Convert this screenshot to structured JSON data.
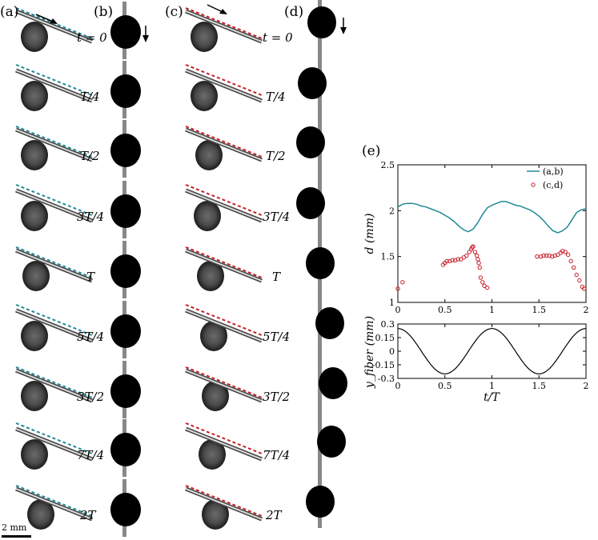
{
  "panel_labels": {
    "a": "(a)",
    "b": "(b)",
    "c": "(c)",
    "d": "(d)",
    "e": "(e)"
  },
  "time_labels": [
    "t = 0",
    "T/4",
    "T/2",
    "3T/4",
    "T",
    "5T/4",
    "3T/2",
    "7T/4",
    "2T"
  ],
  "time_labels_c": [
    "t = 0",
    "T/4",
    "T/2",
    "3T/4",
    "T",
    "5T/4",
    "3T/2",
    "7T/4",
    "2T"
  ],
  "scale_bar_label": "2 mm",
  "colors": {
    "series_ab": "#1f8a95",
    "series_cd": "#c8202a",
    "dashed_a": "#1f8a95",
    "dashed_c": "#c8202a",
    "drop": "#000000",
    "drop_image_fill": "#5a5a5a"
  },
  "icons": [
    "arrow-motion-icon",
    "arrow-down-icon"
  ],
  "chart_data": [
    {
      "type": "line",
      "xlabel": "",
      "ylabel": "d (mm)",
      "xlim": [
        0,
        2
      ],
      "ylim": [
        1,
        2.5
      ],
      "xticks": [
        "0",
        "0.5",
        "1",
        "1.5",
        "2"
      ],
      "yticks": [
        "1",
        "1.5",
        "2",
        "2.5"
      ],
      "legend_placement": "top-right",
      "series": [
        {
          "name": "(a,b)",
          "style": "line",
          "x": [
            0,
            0.05,
            0.1,
            0.15,
            0.2,
            0.25,
            0.3,
            0.35,
            0.4,
            0.45,
            0.5,
            0.55,
            0.6,
            0.65,
            0.7,
            0.75,
            0.8,
            0.85,
            0.9,
            0.95,
            1.0,
            1.05,
            1.1,
            1.15,
            1.2,
            1.25,
            1.3,
            1.35,
            1.4,
            1.45,
            1.5,
            1.55,
            1.6,
            1.65,
            1.7,
            1.75,
            1.8,
            1.85,
            1.9,
            1.95,
            2.0
          ],
          "y": [
            2.04,
            2.07,
            2.08,
            2.08,
            2.07,
            2.05,
            2.04,
            2.02,
            2.0,
            1.98,
            1.95,
            1.92,
            1.88,
            1.83,
            1.79,
            1.77,
            1.8,
            1.87,
            1.96,
            2.03,
            2.06,
            2.08,
            2.1,
            2.1,
            2.08,
            2.06,
            2.05,
            2.03,
            2.01,
            1.98,
            1.94,
            1.89,
            1.83,
            1.78,
            1.76,
            1.78,
            1.82,
            1.9,
            1.98,
            2.01,
            2.02
          ]
        },
        {
          "name": "(c,d)",
          "style": "markers",
          "x": [
            0.0,
            0.05,
            0.48,
            0.5,
            0.52,
            0.55,
            0.58,
            0.61,
            0.64,
            0.67,
            0.7,
            0.73,
            0.76,
            0.78,
            0.79,
            0.8,
            0.82,
            0.84,
            0.85,
            0.86,
            0.87,
            0.88,
            0.9,
            0.92,
            0.95,
            1.48,
            1.52,
            1.55,
            1.58,
            1.61,
            1.64,
            1.67,
            1.7,
            1.73,
            1.75,
            1.78,
            1.81,
            1.84,
            1.87,
            1.9,
            1.93,
            1.96,
            1.98
          ],
          "y": [
            1.15,
            1.22,
            1.41,
            1.43,
            1.45,
            1.45,
            1.46,
            1.46,
            1.47,
            1.47,
            1.49,
            1.51,
            1.55,
            1.58,
            1.6,
            1.61,
            1.55,
            1.51,
            1.47,
            1.43,
            1.38,
            1.27,
            1.22,
            1.18,
            1.16,
            1.5,
            1.5,
            1.51,
            1.51,
            1.51,
            1.5,
            1.51,
            1.52,
            1.54,
            1.56,
            1.55,
            1.52,
            1.45,
            1.38,
            1.3,
            1.24,
            1.17,
            1.15
          ]
        }
      ]
    },
    {
      "type": "line",
      "xlabel": "t/T",
      "ylabel": "y_fiber (mm)",
      "xlim": [
        0,
        2
      ],
      "ylim": [
        -0.3,
        0.3
      ],
      "xticks": [
        "0",
        "0.5",
        "1",
        "1.5",
        "2"
      ],
      "yticks": [
        "0.3",
        "0.15",
        "0",
        "-0.15",
        "-0.3"
      ],
      "series": [
        {
          "function": "0.25*cos(2*pi*x)",
          "amplitude": 0.25
        }
      ]
    }
  ]
}
